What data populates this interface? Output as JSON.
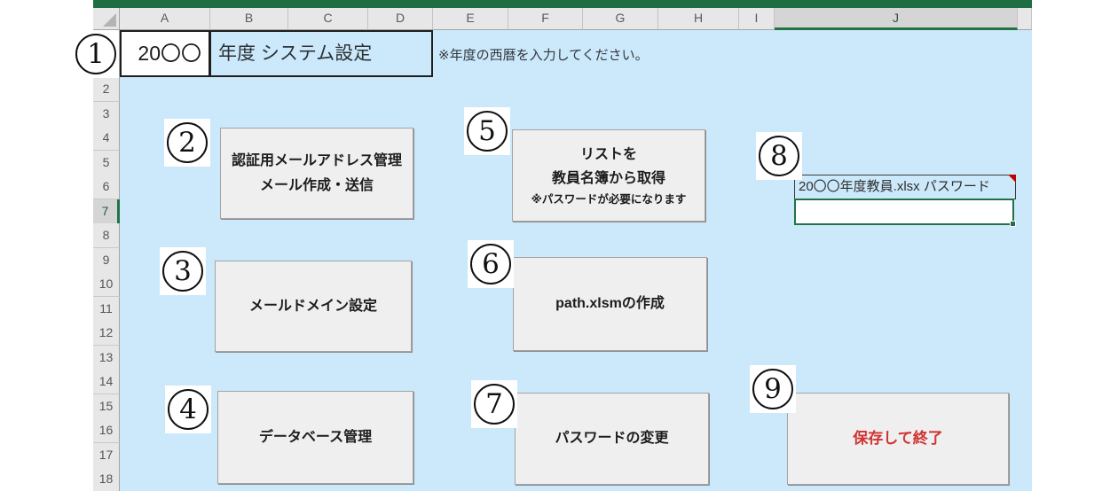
{
  "sheet": {
    "columns": [
      "A",
      "B",
      "C",
      "D",
      "E",
      "F",
      "G",
      "H",
      "I",
      "J"
    ],
    "rows": [
      "2",
      "3",
      "4",
      "5",
      "6",
      "7",
      "8",
      "9",
      "10",
      "11",
      "12",
      "13",
      "14",
      "15",
      "16",
      "17",
      "18"
    ],
    "active_cell": {
      "column": "J",
      "row": "7"
    }
  },
  "title": {
    "year_cell": "20〇〇",
    "label": "年度 システム設定",
    "instruction": "※年度の西暦を入力してください。"
  },
  "buttons": {
    "auth_mail": {
      "annotation": "2",
      "line1": "認証用メールアドレス管理",
      "line2": "メール作成・送信"
    },
    "mail_domain": {
      "annotation": "3",
      "label": "メールドメイン設定"
    },
    "database": {
      "annotation": "4",
      "label": "データベース管理"
    },
    "get_list": {
      "annotation": "5",
      "line1": "リストを",
      "line2": "教員名簿から取得",
      "note": "※パスワードが必要になります"
    },
    "create_path": {
      "annotation": "6",
      "label": "path.xlsmの作成"
    },
    "change_password": {
      "annotation": "7",
      "label": "パスワードの変更"
    },
    "save_exit": {
      "annotation": "9",
      "label": "保存して終了"
    }
  },
  "password_field": {
    "annotation": "8",
    "label": "20〇〇年度教員.xlsx パスワード",
    "value": "",
    "has_comment_marker": true
  },
  "annotations": [
    "1",
    "2",
    "3",
    "4",
    "5",
    "6",
    "7",
    "8",
    "9"
  ],
  "colors": {
    "ribbon_green": "#1f6e43",
    "selection_green": "#217346",
    "sheet_background": "#cbe9fa",
    "button_face": "#f0efef",
    "save_exit_text": "#d03431",
    "comment_marker": "#c00000"
  }
}
